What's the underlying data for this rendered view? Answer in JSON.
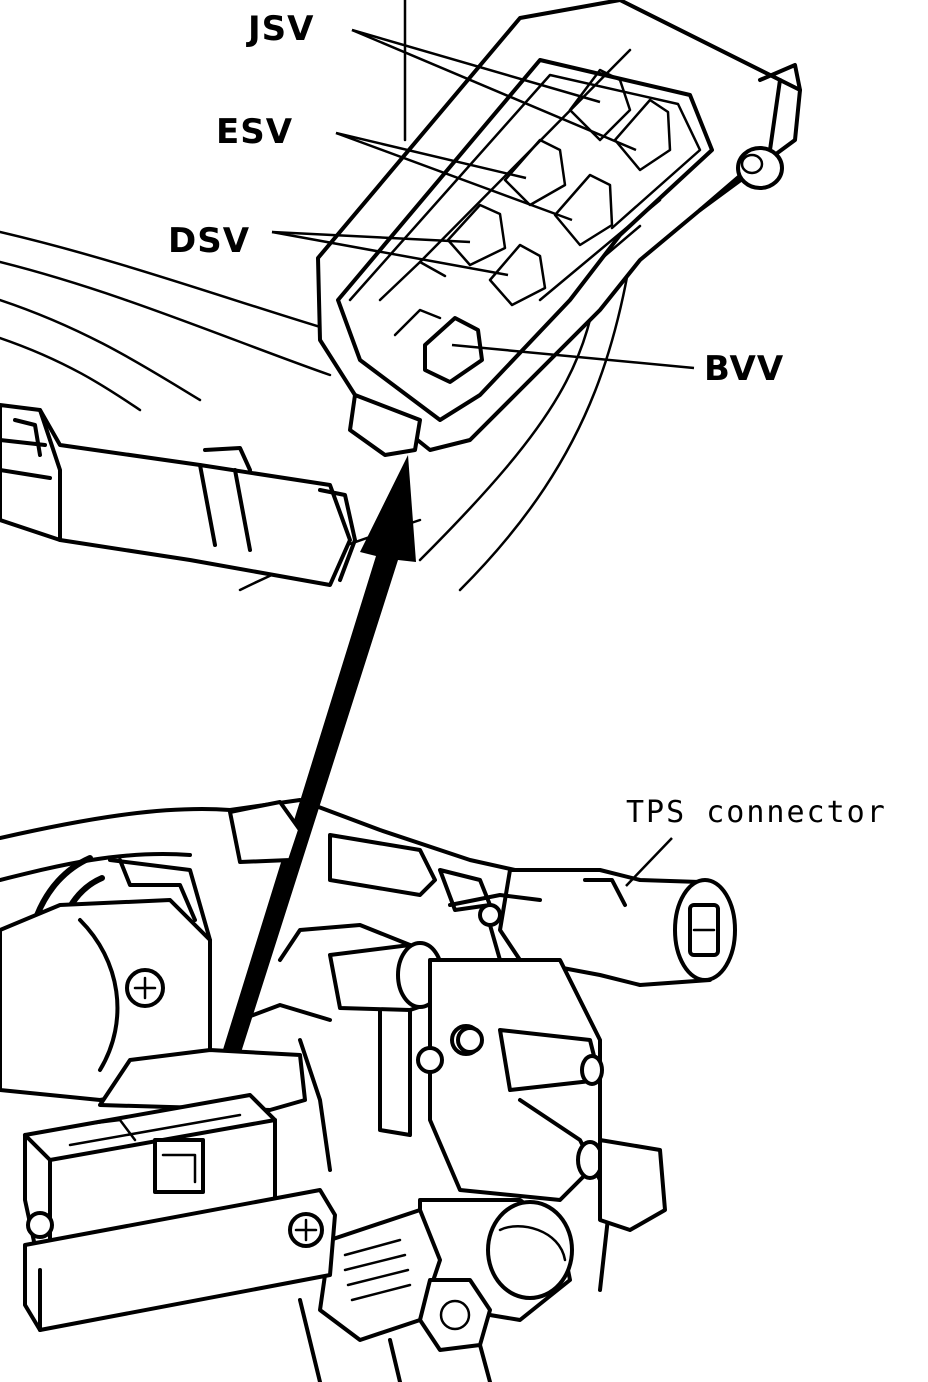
{
  "labels": {
    "jsv": "JSV",
    "esv": "ESV",
    "dsv": "DSV",
    "bvv": "BVV",
    "tps": "TPS connector"
  }
}
